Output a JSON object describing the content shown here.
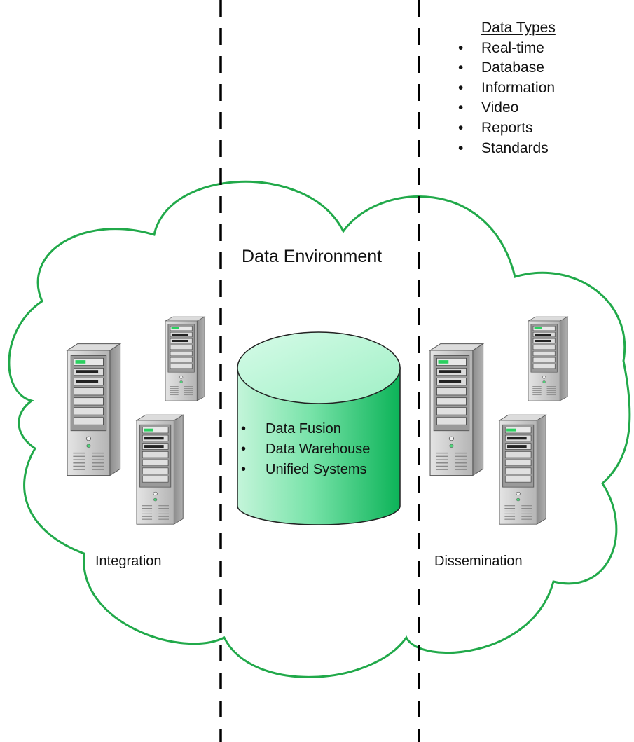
{
  "environment": {
    "title": "Data Environment"
  },
  "data_types": {
    "heading": "Data Types",
    "items": [
      "Real-time",
      "Database",
      "Information",
      "Video",
      "Reports",
      "Standards"
    ]
  },
  "database": {
    "items": [
      "Data Fusion",
      "Data Warehouse",
      "Unified Systems"
    ]
  },
  "zones": {
    "left_label": "Integration",
    "right_label": "Dissemination"
  },
  "colors": {
    "cloud_stroke": "#1faa4a",
    "cylinder_light": "#b8f2d2",
    "cylinder_dark": "#0fb85a",
    "server_body": "#c9c9c9",
    "divider": "#000000"
  }
}
